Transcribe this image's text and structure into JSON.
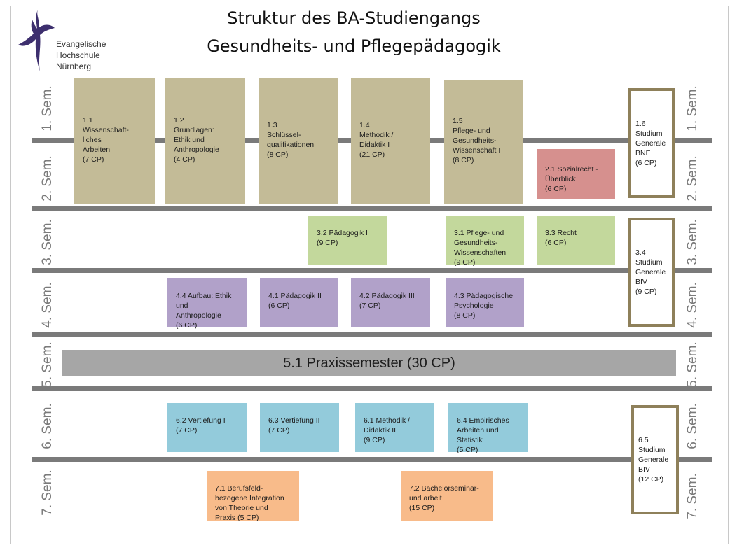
{
  "title": {
    "line1": "Struktur des BA-Studiengangs",
    "line2": "Gesundheits- und Pflegepädagogik"
  },
  "logo": {
    "text": "Evangelische\nHochschule\nNürnberg",
    "icon": "cross-icon",
    "color": "#3d2f6e"
  },
  "semesters": [
    "1. Sem.",
    "2. Sem.",
    "3. Sem.",
    "4. Sem.",
    "5. Sem.",
    "6. Sem.",
    "7. Sem."
  ],
  "modules": {
    "m1_1": "1.1\nWissenschaft-\nliches\nArbeiten\n(7 CP)",
    "m1_2": "1.2\nGrundlagen:\nEthik und\nAnthropologie\n(4 CP)",
    "m1_3": "1.3\nSchlüssel-\nqualifikationen\n(8 CP)",
    "m1_4": "1.4\nMethodik /\nDidaktik I\n(21 CP)",
    "m1_5": "1.5\nPflege- und\nGesundheits-\nWissenschaft I\n(8 CP)",
    "m2_1": "2.1 Sozialrecht -\nÜberblick\n(6 CP)",
    "m3_2": "3.2 Pädagogik I\n(9 CP)",
    "m3_1": "3.1 Pflege- und\nGesundheits-\nWissenschaften\n(9 CP)",
    "m3_3": "3.3 Recht\n(6 CP)",
    "m4_4": "4.4 Aufbau: Ethik\nund\nAnthropologie\n(6 CP)",
    "m4_1": "4.1 Pädagogik II\n(6 CP)",
    "m4_2": "4.2 Pädagogik III\n(7 CP)",
    "m4_3": "4.3 Pädagogische\nPsychologie\n(8 CP)",
    "m5_1": "5.1 Praxissemester (30 CP)",
    "m6_2": "6.2 Vertiefung I\n(7 CP)",
    "m6_3": "6.3 Vertiefung II\n(7 CP)",
    "m6_1": "6.1 Methodik /\nDidaktik II\n(9 CP)",
    "m6_4": "6.4 Empirisches\nArbeiten und\nStatistik\n(5 CP)",
    "m7_1": "7.1 Berufsfeld-\nbezogene Integration\nvon Theorie und\nPraxis (5 CP)",
    "m7_2": "7.2 Bachelorseminar-\nund arbeit\n(15 CP)",
    "sg1_6": "1.6\nStudium\nGenerale\nBNE\n(6 CP)",
    "sg3_4": "3.4\nStudium\nGenerale\nBIV\n(9 CP)",
    "sg6_5": "6.5\nStudium\nGenerale\nBIV\n(12 CP)"
  },
  "colors": {
    "khaki": "#c3bb97",
    "salmon": "#d6908e",
    "green": "#c3d89c",
    "purple": "#b1a1c9",
    "blue": "#93cbdb",
    "orange": "#f8bb8a",
    "grey": "#a6a6a6",
    "border": "#8e805a"
  }
}
